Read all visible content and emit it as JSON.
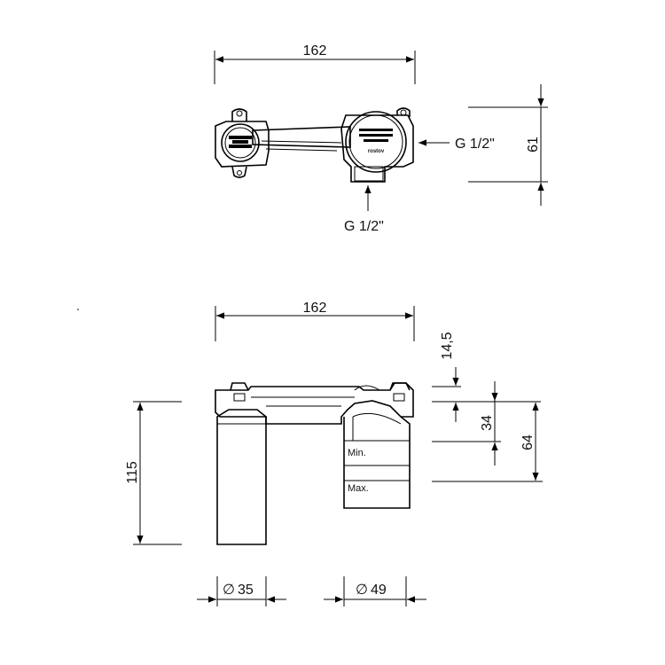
{
  "top_view": {
    "width_dim": "162",
    "height_dim": "61",
    "side_inlet": "G 1/2\"",
    "bottom_inlet": "G 1/2\"",
    "brand": "rostov"
  },
  "side_view": {
    "width_dim": "162",
    "dim_offset": "14,5",
    "dim_34": "34",
    "dim_64": "64",
    "dim_115": "115",
    "min_label": "Min.",
    "max_label": "Max.",
    "diam_left": "35",
    "diam_right": "49",
    "diam_symbol": "∅"
  }
}
